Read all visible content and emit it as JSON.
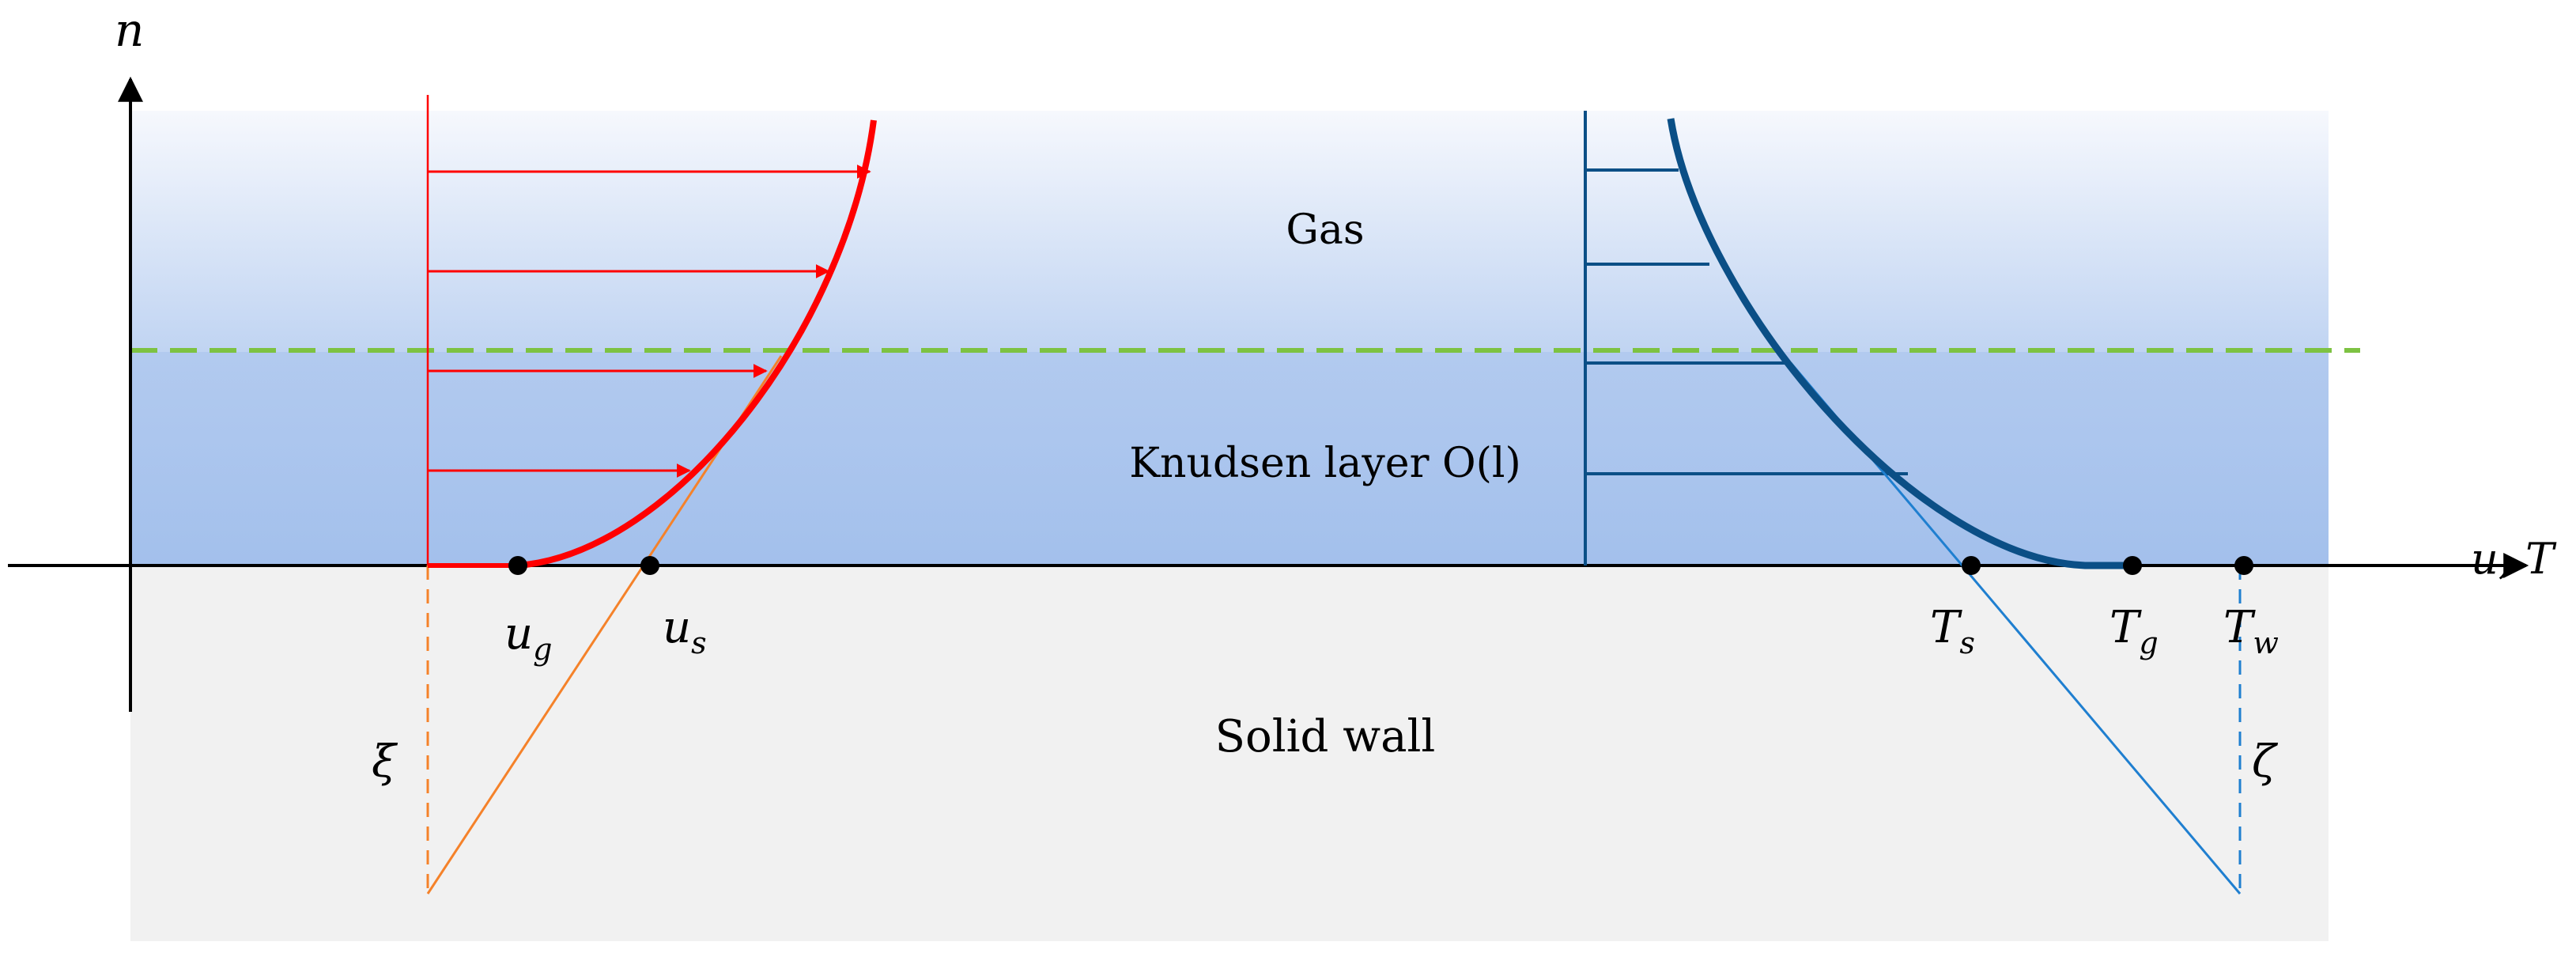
{
  "regions": {
    "gas": "Gas",
    "knudsen_layer": "Knudsen layer O(l)",
    "solid_wall": "Solid wall"
  },
  "axes": {
    "vertical": "n",
    "horizontal": "u, T"
  },
  "points": {
    "u_g": {
      "base": "u",
      "sub": "g"
    },
    "u_s": {
      "base": "u",
      "sub": "s"
    },
    "T_s": {
      "base": "T",
      "sub": "s"
    },
    "T_g": {
      "base": "T",
      "sub": "g"
    },
    "T_w": {
      "base": "T",
      "sub": "w"
    }
  },
  "lengths": {
    "xi": "ξ",
    "zeta": "ζ"
  },
  "colors": {
    "velocity_profile": "#ff0000",
    "velocity_extrapolation": "#f5822a",
    "temperature_profile": "#0b4f86",
    "temperature_extrapolation": "#1f7fd0",
    "knudsen_boundary": "#7dc242",
    "gas_top": "#f6f8fd",
    "knudsen_fill": "#a8c4ee",
    "wall_fill": "#f1f1f1"
  }
}
